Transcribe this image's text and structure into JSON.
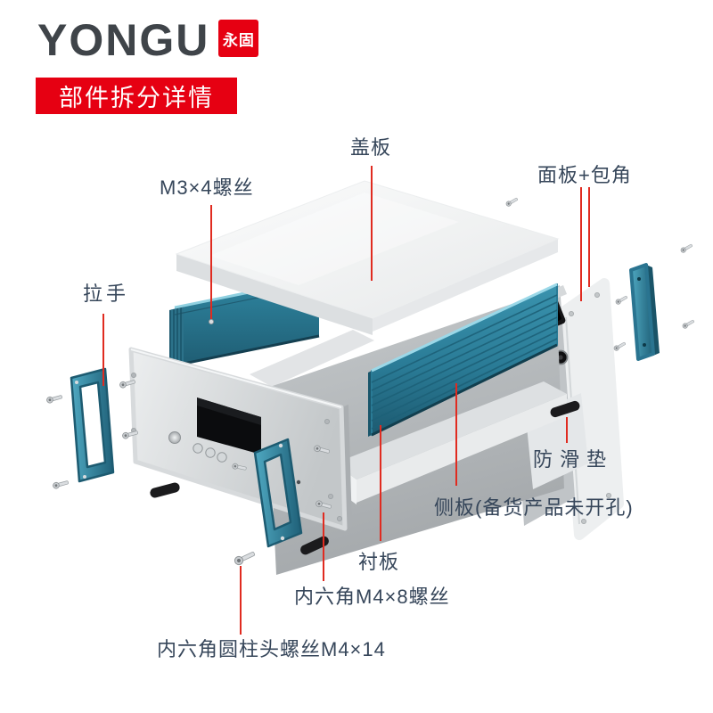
{
  "brand": {
    "logo": "YONGU",
    "seal": "永固"
  },
  "banner": {
    "text": "部件拆分详情"
  },
  "colors": {
    "brand_red": "#e60012",
    "leader_red": "#e02b20",
    "label_color": "#36465a",
    "logo_color": "#3f4449",
    "teal_main": "#2e7f99"
  },
  "parts_labels": [
    {
      "id": "cover-plate",
      "text": "盖板"
    },
    {
      "id": "panel-with-corners",
      "text": "面板+包角"
    },
    {
      "id": "m3x4-screw",
      "text": "M3×4螺丝"
    },
    {
      "id": "pull-handle",
      "text": "拉手"
    },
    {
      "id": "antislip-pad",
      "text": "防滑垫"
    },
    {
      "id": "side-panel",
      "text": "侧板(备货产品未开孔)"
    },
    {
      "id": "lining-plate",
      "text": "衬板"
    },
    {
      "id": "hex-m4x8-screw",
      "text": "内六角M4×8螺丝"
    },
    {
      "id": "hex-cylinder-m4x14",
      "text": "内六角圆柱头螺丝M4×14"
    }
  ]
}
